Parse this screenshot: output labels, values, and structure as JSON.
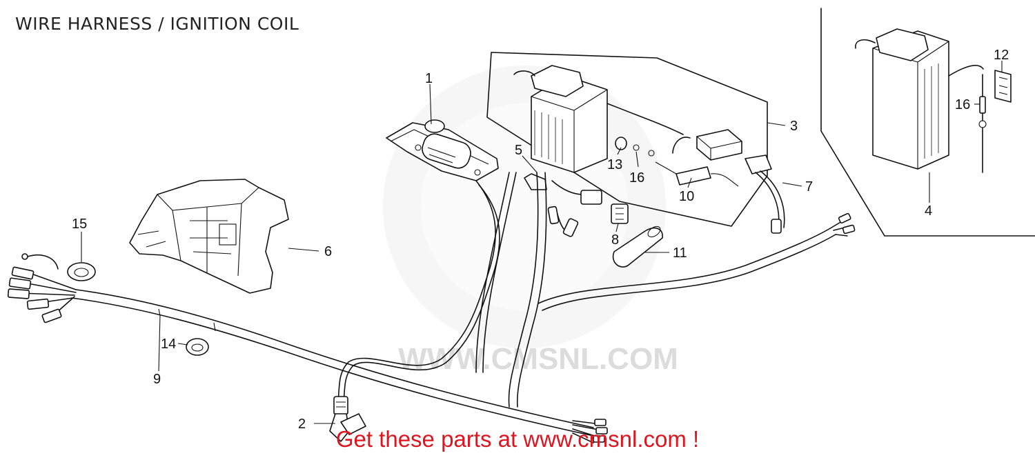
{
  "diagram": {
    "title": "WIRE HARNESS / IGNITION COIL",
    "watermark": "WWW.CMSNL.COM",
    "callouts": [
      {
        "id": "1",
        "label": "1"
      },
      {
        "id": "2",
        "label": "2"
      },
      {
        "id": "3",
        "label": "3"
      },
      {
        "id": "4",
        "label": "4"
      },
      {
        "id": "5",
        "label": "5"
      },
      {
        "id": "6",
        "label": "6"
      },
      {
        "id": "7",
        "label": "7"
      },
      {
        "id": "8",
        "label": "8"
      },
      {
        "id": "9",
        "label": "9"
      },
      {
        "id": "10",
        "label": "10"
      },
      {
        "id": "11",
        "label": "11"
      },
      {
        "id": "12",
        "label": "12"
      },
      {
        "id": "13",
        "label": "13"
      },
      {
        "id": "14",
        "label": "14"
      },
      {
        "id": "15",
        "label": "15"
      },
      {
        "id": "16a",
        "label": "16"
      },
      {
        "id": "16b",
        "label": "16"
      }
    ]
  },
  "footer": {
    "text": "Get these parts at www.cmsnl.com !",
    "color": "#e0141e"
  },
  "colors": {
    "line": "#111111",
    "watermark": "#e6e6e6"
  }
}
